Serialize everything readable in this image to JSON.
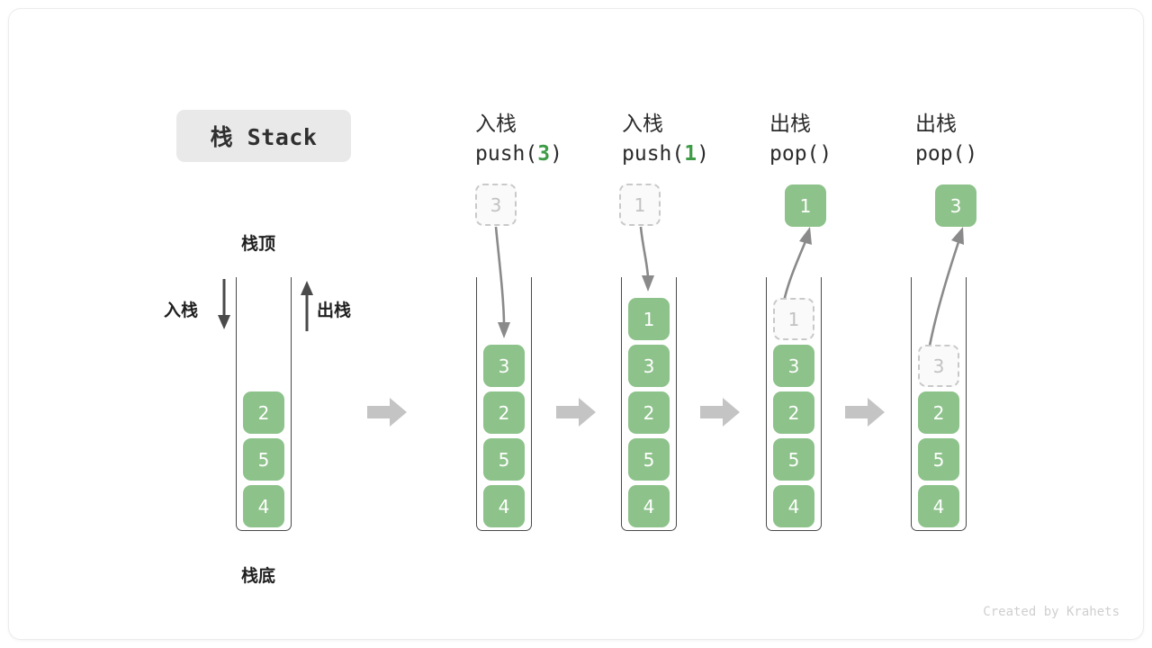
{
  "title": {
    "text": "栈 Stack"
  },
  "legend": {
    "top_label": "栈顶",
    "bottom_label": "栈底",
    "push_label": "入栈",
    "pop_label": "出栈"
  },
  "credit": "Created by Krahets",
  "colors": {
    "element_green": "#8dc28a",
    "accent_green": "#3f9c46",
    "frame_gray": "#4a4a4a",
    "ghost_gray": "#c9c9c9",
    "arrow_gray": "#b8b8b8",
    "chip_gray": "#e9e9e9"
  },
  "columns": [
    {
      "id": "initial",
      "op_title": "",
      "op_code_prefix": "",
      "op_code_arg": "",
      "op_code_suffix": "",
      "float_value": "",
      "float_kind": "none",
      "cells": [
        {
          "value": "2",
          "kind": "solid"
        },
        {
          "value": "5",
          "kind": "solid"
        },
        {
          "value": "4",
          "kind": "solid"
        }
      ]
    },
    {
      "id": "push3",
      "op_title": "入栈",
      "op_code_prefix": "push(",
      "op_code_arg": "3",
      "op_code_suffix": ")",
      "float_value": "3",
      "float_kind": "ghost",
      "cells": [
        {
          "value": "3",
          "kind": "solid"
        },
        {
          "value": "2",
          "kind": "solid"
        },
        {
          "value": "5",
          "kind": "solid"
        },
        {
          "value": "4",
          "kind": "solid"
        }
      ]
    },
    {
      "id": "push1",
      "op_title": "入栈",
      "op_code_prefix": "push(",
      "op_code_arg": "1",
      "op_code_suffix": ")",
      "float_value": "1",
      "float_kind": "ghost",
      "cells": [
        {
          "value": "1",
          "kind": "solid"
        },
        {
          "value": "3",
          "kind": "solid"
        },
        {
          "value": "2",
          "kind": "solid"
        },
        {
          "value": "5",
          "kind": "solid"
        },
        {
          "value": "4",
          "kind": "solid"
        }
      ]
    },
    {
      "id": "pop1",
      "op_title": "出栈",
      "op_code_prefix": "pop(",
      "op_code_arg": "",
      "op_code_suffix": ")",
      "float_value": "1",
      "float_kind": "solid",
      "cells": [
        {
          "value": "1",
          "kind": "ghost"
        },
        {
          "value": "3",
          "kind": "solid"
        },
        {
          "value": "2",
          "kind": "solid"
        },
        {
          "value": "5",
          "kind": "solid"
        },
        {
          "value": "4",
          "kind": "solid"
        }
      ]
    },
    {
      "id": "pop3",
      "op_title": "出栈",
      "op_code_prefix": "pop(",
      "op_code_arg": "",
      "op_code_suffix": ")",
      "float_value": "3",
      "float_kind": "solid",
      "cells": [
        {
          "value": "3",
          "kind": "ghost"
        },
        {
          "value": "2",
          "kind": "solid"
        },
        {
          "value": "5",
          "kind": "solid"
        },
        {
          "value": "4",
          "kind": "solid"
        }
      ]
    }
  ]
}
